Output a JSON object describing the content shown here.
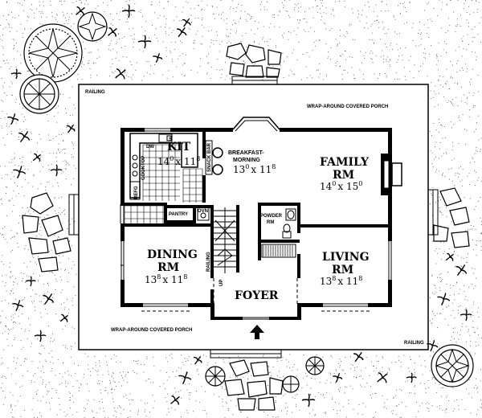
{
  "porch": {
    "railing_label": "RAILING",
    "wrap_label": "WRAP-AROUND COVERED PORCH"
  },
  "rooms": {
    "kitchen": {
      "name": "KIT",
      "dim_a": "14",
      "sup_a": "0",
      "dim_b": "x 11",
      "sup_b": "8"
    },
    "breakfast": {
      "name_1": "BREAKFAST-",
      "name_2": "MORNING",
      "dim_a": "13",
      "sup_a": "0",
      "dim_b": "x 11",
      "sup_b": "8"
    },
    "family": {
      "name_1": "FAMILY",
      "name_2": "RM",
      "dim_a": "14",
      "sup_a": "0",
      "dim_b": "x 15",
      "sup_b": "0"
    },
    "dining": {
      "name_1": "DINING",
      "name_2": "RM",
      "dim_a": "13",
      "sup_a": "8",
      "dim_b": "x 11",
      "sup_b": "8"
    },
    "living": {
      "name_1": "LIVING",
      "name_2": "RM",
      "dim_a": "13",
      "sup_a": "8",
      "dim_b": "x 11",
      "sup_b": "8"
    },
    "foyer": {
      "name": "FOYER"
    },
    "powder": {
      "name_1": "POWDER",
      "name_2": "RM"
    },
    "pantry": {
      "name": "PANTRY"
    }
  },
  "fixtures": {
    "dw": "DW",
    "cooktop": "COOKTOP",
    "refg": "REFG",
    "snack_bar": "SNACK BAR",
    "oven": "OVN",
    "sink": "S",
    "railing": "RAILING",
    "up": "UP"
  }
}
